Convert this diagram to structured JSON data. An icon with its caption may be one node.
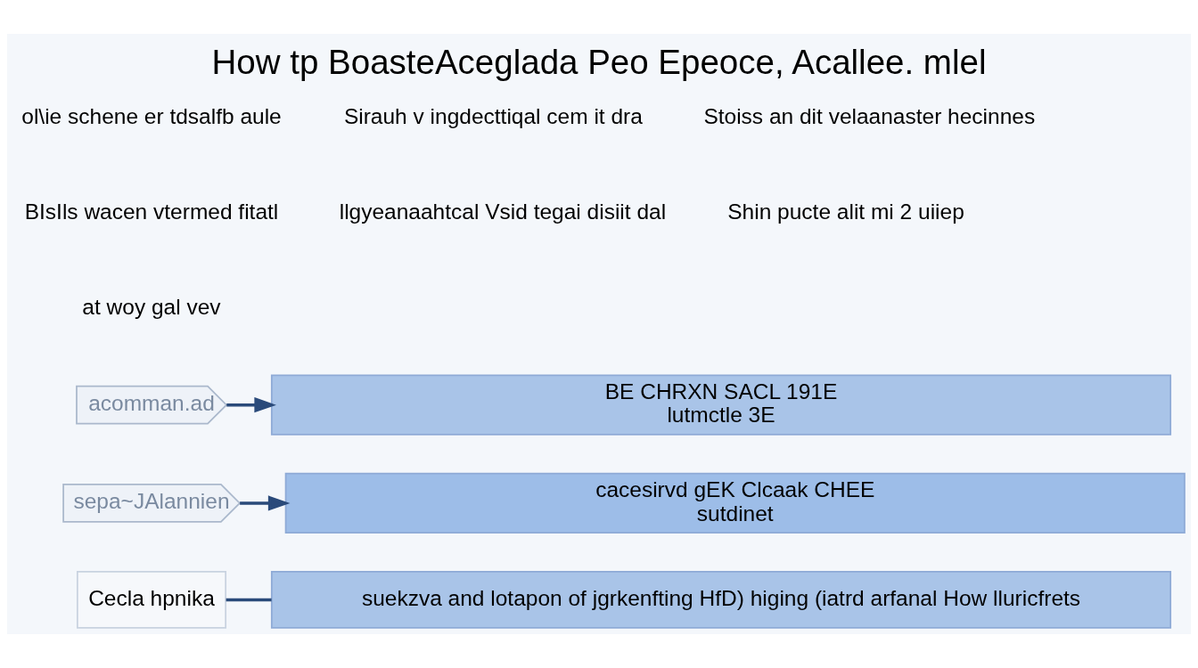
{
  "diagram": {
    "title": "How tp BoasteAceglada Peo Epeoce, Acallee. mlel",
    "nodes": [
      {
        "text": [
          "acomman.ad"
        ]
      },
      {
        "text": [
          "BE CHRXN SACL 191E",
          "lutmctle 3E"
        ]
      },
      {
        "text": [
          "sepa~JAlannien"
        ]
      },
      {
        "text": [
          "cacesirvd gEK Clcaak CHEE",
          "sutdinet"
        ]
      },
      {
        "text": [
          "Cecla hpnika"
        ]
      },
      {
        "text": [
          "suekzva and lotapon of jgrkenfting HfD) higing (iatrd arfanal How lluricfrets"
        ]
      }
    ],
    "edges": [
      {
        "from": 0,
        "to": 1,
        "arrow": "to"
      },
      {
        "from": 2,
        "to": 3,
        "arrow": "to"
      },
      {
        "from": 4,
        "to": 5,
        "arrow": "none"
      }
    ],
    "labels": [
      "ol\\ie schene er tdsalfb aule",
      "Sirauh v ingdecttiqal cem it dra",
      "Stoiss an dit velaanaster hecinnes",
      "BIsIls wacen vtermed fitatl",
      "llgyeanaahtcal Vsid tegai disiit dal",
      "Shin pucte alit mi 2 uiiep",
      "at woy gal vev"
    ]
  }
}
